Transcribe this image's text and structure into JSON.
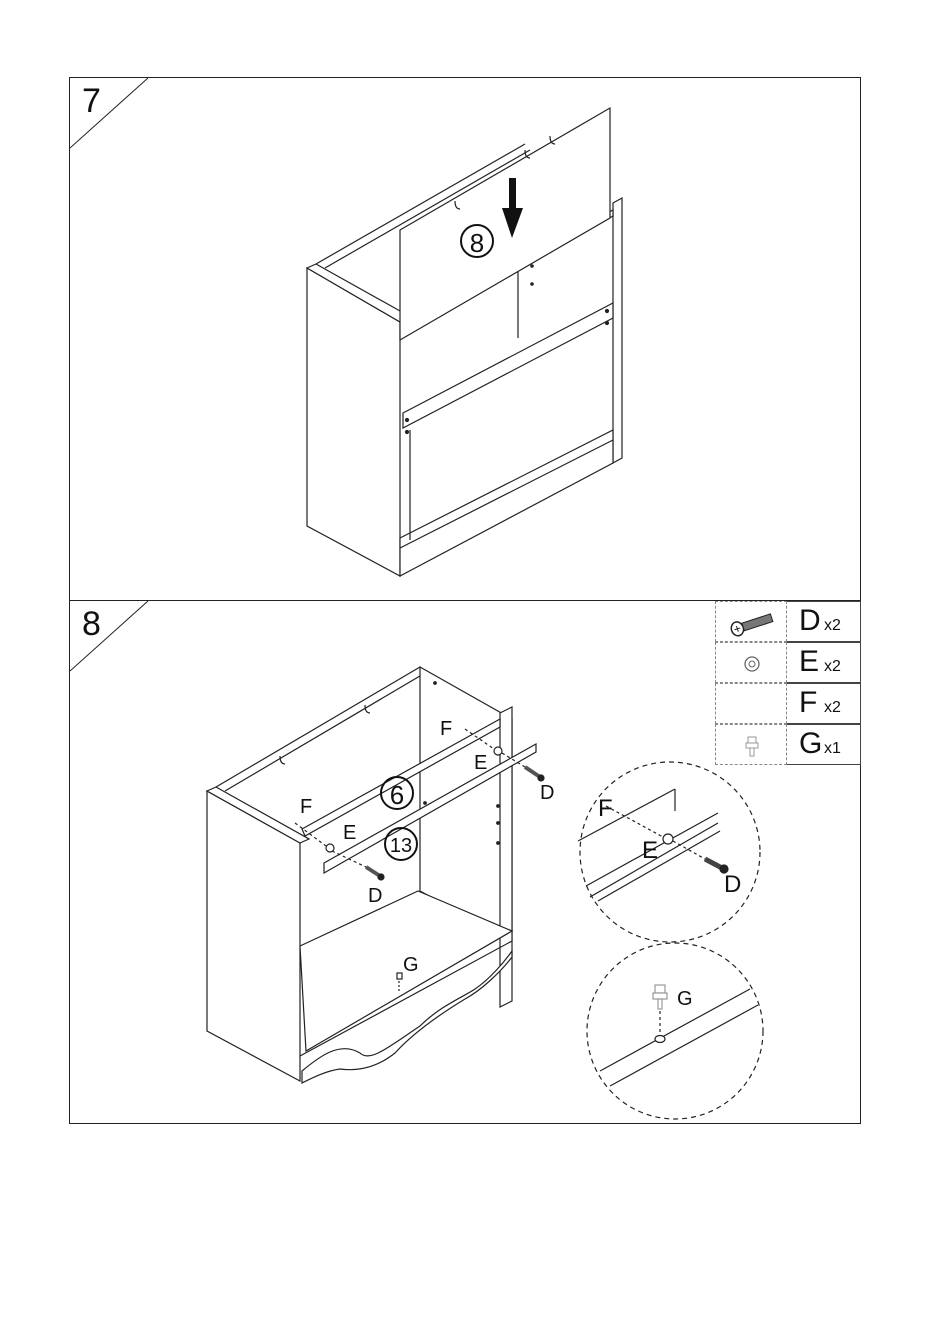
{
  "steps": [
    {
      "number": "7",
      "callouts": {
        "panel_ref": "8"
      }
    },
    {
      "number": "8",
      "callouts": {
        "top_ref": "6",
        "mid_ref": "13"
      },
      "labels": {
        "f_left": "F",
        "e_left": "E",
        "d_left": "D",
        "f_right": "F",
        "e_right": "E",
        "d_right": "D",
        "g_bottom": "G",
        "detail1_f": "F",
        "detail1_e": "E",
        "detail1_d": "D",
        "detail2_g": "G"
      }
    }
  ],
  "parts": [
    {
      "letter": "D",
      "qty": "x2",
      "icon": "screw-icon"
    },
    {
      "letter": "E",
      "qty": "x2",
      "icon": "cam-lock-icon"
    },
    {
      "letter": "F",
      "qty": "x2",
      "icon": "dowel-icon"
    },
    {
      "letter": "G",
      "qty": "x1",
      "icon": "foot-peg-icon"
    }
  ]
}
